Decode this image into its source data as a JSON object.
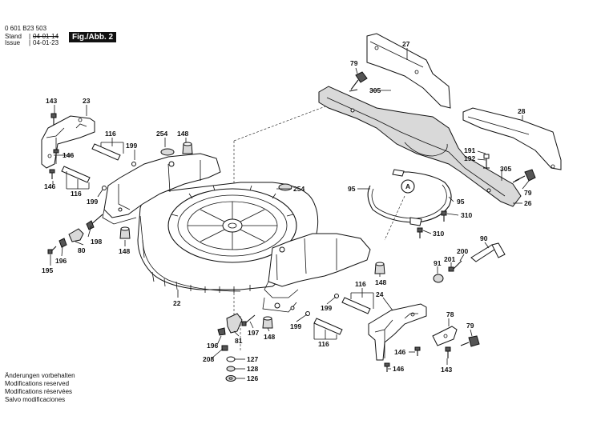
{
  "header": {
    "part_number": "0 601 B23 503",
    "stand_label": "Stand",
    "stand_value": "04-01-14",
    "issue_label": "Issue",
    "issue_value": "04-01-23",
    "figure_label": "Fig./Abb. 2"
  },
  "footer": [
    "Änderungen vorbehalten",
    "Modifications reserved",
    "Modifications réservées",
    "Salvo modificaciones"
  ],
  "callouts": {
    "c27": "27",
    "c79a": "79",
    "c305a": "305",
    "c28": "28",
    "c143a": "143",
    "c23": "23",
    "c116a": "116",
    "c254a": "254",
    "c148a": "148",
    "c146a": "146",
    "c199a": "199",
    "c146b": "146",
    "c116b": "116",
    "c199b": "199",
    "c191": "191",
    "c192": "192",
    "c305b": "305",
    "c79b": "79",
    "c26": "26",
    "c95a": "95",
    "c95b": "95",
    "cA": "A",
    "c254b": "254",
    "c310a": "310",
    "c310b": "310",
    "c198": "198",
    "c148b": "148",
    "c80": "80",
    "c196a": "196",
    "c195": "195",
    "c90": "90",
    "c200": "200",
    "c201": "201",
    "c91": "91",
    "c148c": "148",
    "c22": "22",
    "c116c": "116",
    "c24": "24",
    "c199c": "199",
    "c199d": "199",
    "c197": "197",
    "c148d": "148",
    "c81": "81",
    "c116d": "116",
    "c78": "78",
    "c79c": "79",
    "c196b": "196",
    "c208": "208",
    "c127": "127",
    "c128": "128",
    "c126": "126",
    "c146c": "146",
    "c146d": "146",
    "c143b": "143"
  }
}
